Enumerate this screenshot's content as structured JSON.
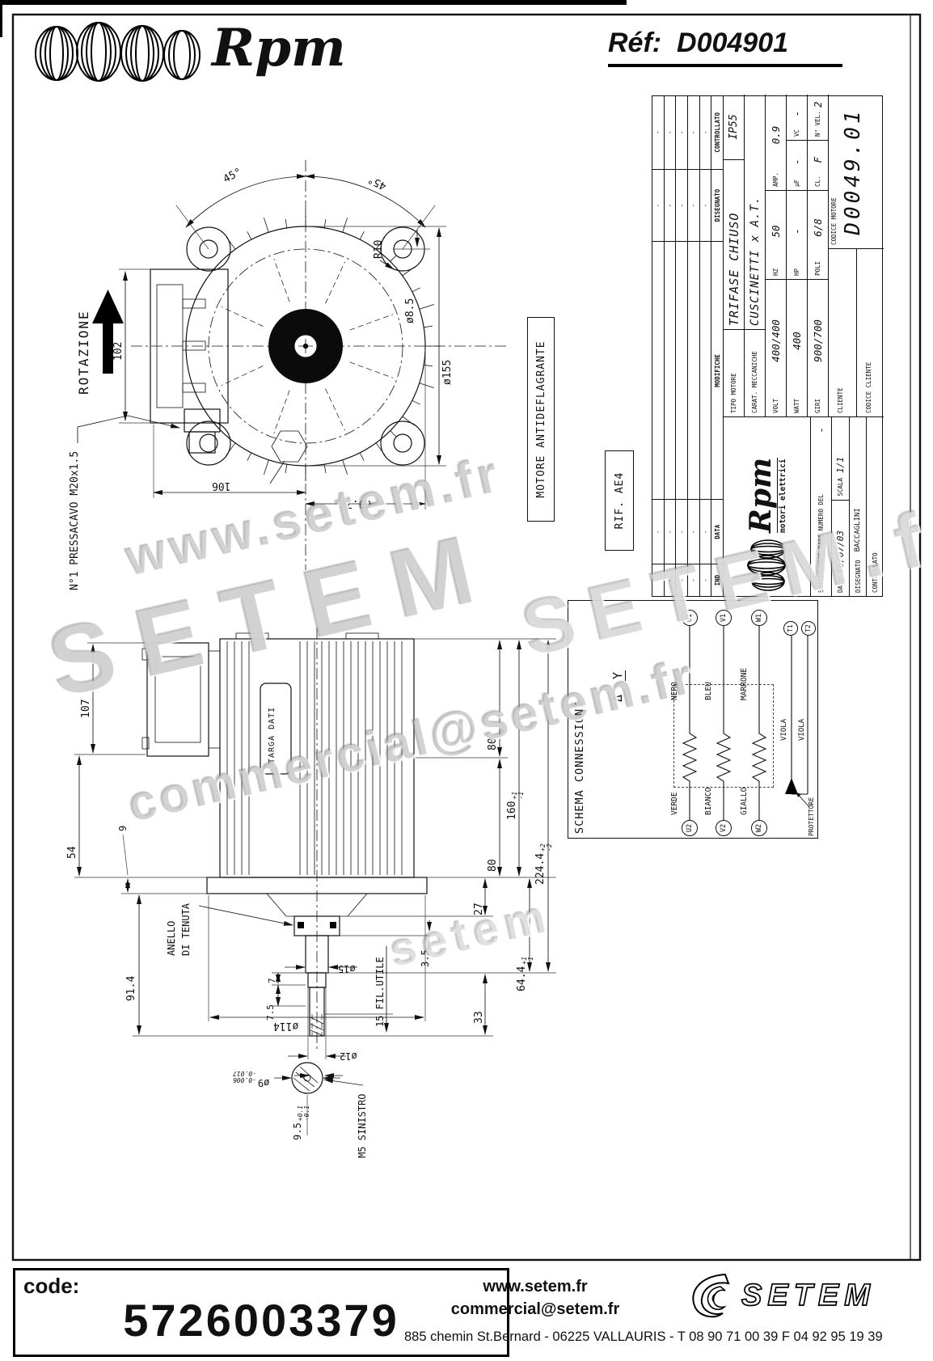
{
  "header": {
    "brand": "Rpm",
    "ref_label": "Réf:",
    "ref_value": "D004901"
  },
  "watermarks": {
    "wm1": "www.setem.fr",
    "wm2": "SETEM",
    "wm3": "commercial@setem.fr",
    "wm4": "SETEM.fr",
    "wm5": "setem"
  },
  "front_view": {
    "rotation_label": "ROTAZIONE",
    "pressacavo_label": "N°1 PRESSACAVO M20x1.5",
    "angle_left": "45°",
    "angle_right": "45°",
    "radius": "R10",
    "hole_dia": "ø8.5",
    "outer_dia": "ø155",
    "dim_102": "102",
    "dim_106": "106",
    "dim_69_7": "69.7"
  },
  "side_view": {
    "dim_107": "107",
    "dim_54": "54",
    "dim_9": "9",
    "dim_91_4": "91.4",
    "targa": "TARGA DATI",
    "anello_1": "ANELLO",
    "anello_2": "DI TENUTA",
    "dim_7": "7",
    "dim_7_5": "7.5",
    "dia_15": "ø15",
    "fil_utile": "15 FIL.UTILE",
    "dim_3_5": "3.5",
    "dim_27": "27",
    "dim_80a": "80",
    "dim_80b": "80",
    "dim_160": {
      "v": "160",
      "p": "+1",
      "m": "-1"
    },
    "dim_224": {
      "v": "224.4",
      "p": "+2",
      "m": "-2"
    },
    "dim_64": {
      "v": "64.4",
      "p": "+1",
      "m": "-1"
    },
    "dim_33": "33",
    "dia_12": "ø12",
    "dia_9": {
      "v": "ø9",
      "p": "-0.006",
      "m": "-0.017"
    },
    "dia_114": "ø114"
  },
  "detail_view": {
    "dim_9_5": {
      "v": "9.5",
      "p": "+0.1",
      "m": "-0.1"
    },
    "thread_label": "M5 SINISTRO"
  },
  "notes": {
    "antideflagrante": "MOTORE ANTIDEFLAGRANTE",
    "rif": "RIF. AE4"
  },
  "titleblock": {
    "revision": {
      "h_ind": "IND",
      "h_data": "DATA",
      "h_mod": "MODIFICHE",
      "h_dis": "DISEGNATO",
      "h_con": "CONTROLLATO",
      "rows": [
        {
          "ind": "-",
          "data": "-",
          "dis": "-",
          "con": "-"
        },
        {
          "ind": "-",
          "data": "-",
          "dis": "-",
          "con": "-"
        },
        {
          "ind": "-",
          "data": "-",
          "dis": "-",
          "con": "-"
        },
        {
          "ind": "-",
          "data": "-",
          "dis": "-",
          "con": "-"
        },
        {
          "ind": "-",
          "data": "-",
          "dis": "-",
          "con": "-"
        }
      ]
    },
    "tipo_label": "TIPO MOTORE",
    "tipo": "TRIFASE CHIUSO",
    "ip": "IP55",
    "carat_label": "CARAT. MECCANICHE",
    "carat": "CUSCINETTI x A.T.",
    "volt_label": "VOLT",
    "volt": "400/400",
    "hz_label": "HZ",
    "hz": "50",
    "amp_label": "AMP.",
    "amp": "0.9",
    "watt_label": "WATT",
    "watt": "400",
    "hp_label": "HP",
    "hp": "-",
    "uf_label": "µF",
    "uf": "-",
    "vc_label": "VC",
    "vc": "-",
    "giri_label": "GIRI",
    "giri": "900/700",
    "poli_label": "POLI",
    "poli": "6/8",
    "cl_label": "CL.",
    "cl": "F",
    "nvel_label": "N° VEL.",
    "nvel": "2",
    "logo_text": "Rpm",
    "logo_sub": "motori elettrici",
    "sost_label": "SOSTITUISCE PARI NUMERO DEL",
    "sost": "-",
    "data_label": "DATA",
    "data": "16/07/03",
    "scala_label": "SCALA",
    "scala": "1/1",
    "disegnato_label": "DISEGNATO",
    "disegnato": "BACCAGLINI",
    "controllato_label": "CONTROLLATO",
    "cliente_label": "CLIENTE",
    "codcli_label": "CODICE CLIENTE",
    "codmot_label": "CODICE MOTORE",
    "codmot": "D0049.01"
  },
  "schema": {
    "title": "SCHEMA CONNESSIONI",
    "delta": "Δ",
    "wye": "Y",
    "prot_label": "PROTETTORE",
    "w": [
      {
        "lt": "U2",
        "lc": "VERDE",
        "rc": "NERO",
        "rt": "U1"
      },
      {
        "lt": "V2",
        "lc": "BIANCO",
        "rc": "BLEU",
        "rt": "V1"
      },
      {
        "lt": "W2",
        "lc": "GIALLO",
        "rc": "MARRONE",
        "rt": "W1"
      }
    ],
    "t": [
      {
        "c": "VIOLA",
        "t": "T1"
      },
      {
        "c": "VIOLA",
        "t": "T2"
      }
    ]
  },
  "footer": {
    "code_label": "code:",
    "code": "5726003379",
    "website": "www.setem.fr",
    "email": "commercial@setem.fr",
    "address": "885 chemin St.Bernard  -  06225 VALLAURIS  -  T 08 90 71 00 39   F 04 92 95 19 39",
    "logo": "SETEM"
  }
}
